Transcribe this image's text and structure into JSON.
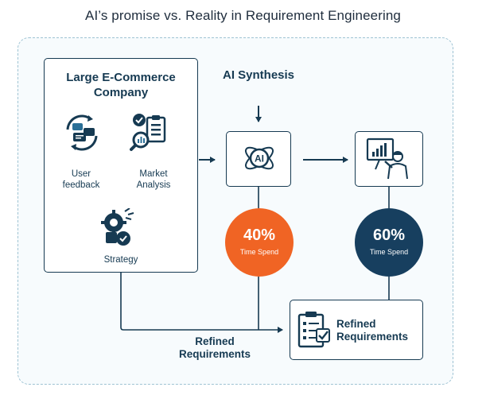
{
  "title": "AI’s promise vs. Reality in Requirement Engineering",
  "company": {
    "title": "Large E-Commerce Company",
    "items": [
      {
        "label": "User feedback",
        "icon": "feedback-cycle-icon"
      },
      {
        "label": "Market Analysis",
        "icon": "market-analysis-icon"
      },
      {
        "label": "Strategy",
        "icon": "strategy-icon"
      }
    ]
  },
  "ai": {
    "title": "AI Synthesis",
    "icon": "ai-brain-icon",
    "percent": "40%",
    "percent_label": "Time Spend",
    "color": "#f06424"
  },
  "human": {
    "icon": "person-presenting-icon",
    "percent": "60%",
    "percent_label": "Time Spend",
    "color": "#173f5f"
  },
  "output": {
    "box_label": "Refined Requirements",
    "flow_label": "Refined Requirements",
    "icon": "checklist-clipboard-icon"
  },
  "colors": {
    "navy": "#163a52",
    "frame": "#9ec3d3",
    "frame_bg": "#f7fbfd"
  }
}
